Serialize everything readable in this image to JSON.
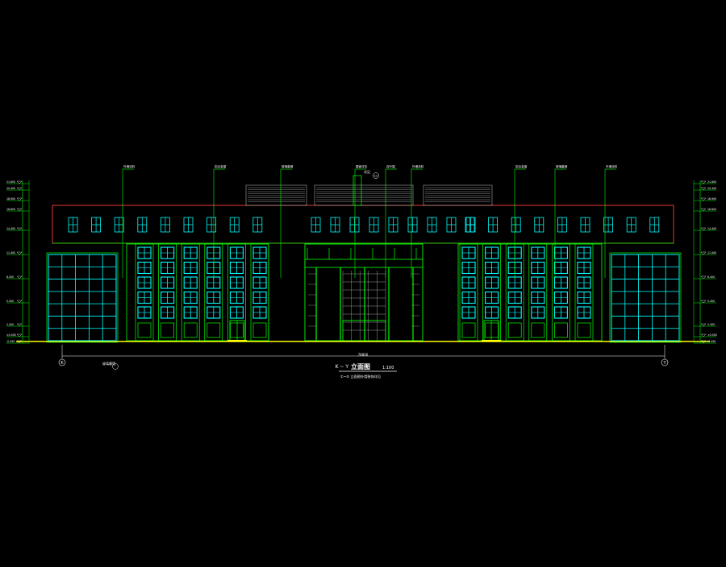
{
  "drawing": {
    "title_prefix": "K ~ Y",
    "title": "立面图",
    "scale": "1:100",
    "subtitle": "①~⑤ 立面图外墙装饰详见",
    "axis_left": "K",
    "axis_right": "Y",
    "dimension_total": "78800"
  },
  "elevations_left": [
    "21.600",
    "20.400",
    "18.900",
    "16.800",
    "14.400",
    "11.400",
    "8.400",
    "5.400",
    "2.400",
    "±0.000",
    "-0.450"
  ],
  "elevations_right": [
    "21.600",
    "20.400",
    "18.900",
    "16.800",
    "14.400",
    "11.400",
    "8.400",
    "5.400",
    "2.400",
    "±0.000",
    "-0.450"
  ],
  "callouts": [
    "外墙涂料",
    "铝合金窗",
    "玻璃幕墙",
    "屋面详见",
    "百叶窗",
    "外墙涂料",
    "铝合金窗",
    "玻璃幕墙",
    "外墙涂料"
  ],
  "detail_tag": "详见",
  "detail_num": "12",
  "bottom_tag": "玻璃幕墙",
  "colors": {
    "background": "#000000",
    "structure": "#00ff00",
    "glazing": "#00ffff",
    "roof_line": "#ff4040",
    "ground": "#ffff00",
    "text": "#ffffff"
  }
}
